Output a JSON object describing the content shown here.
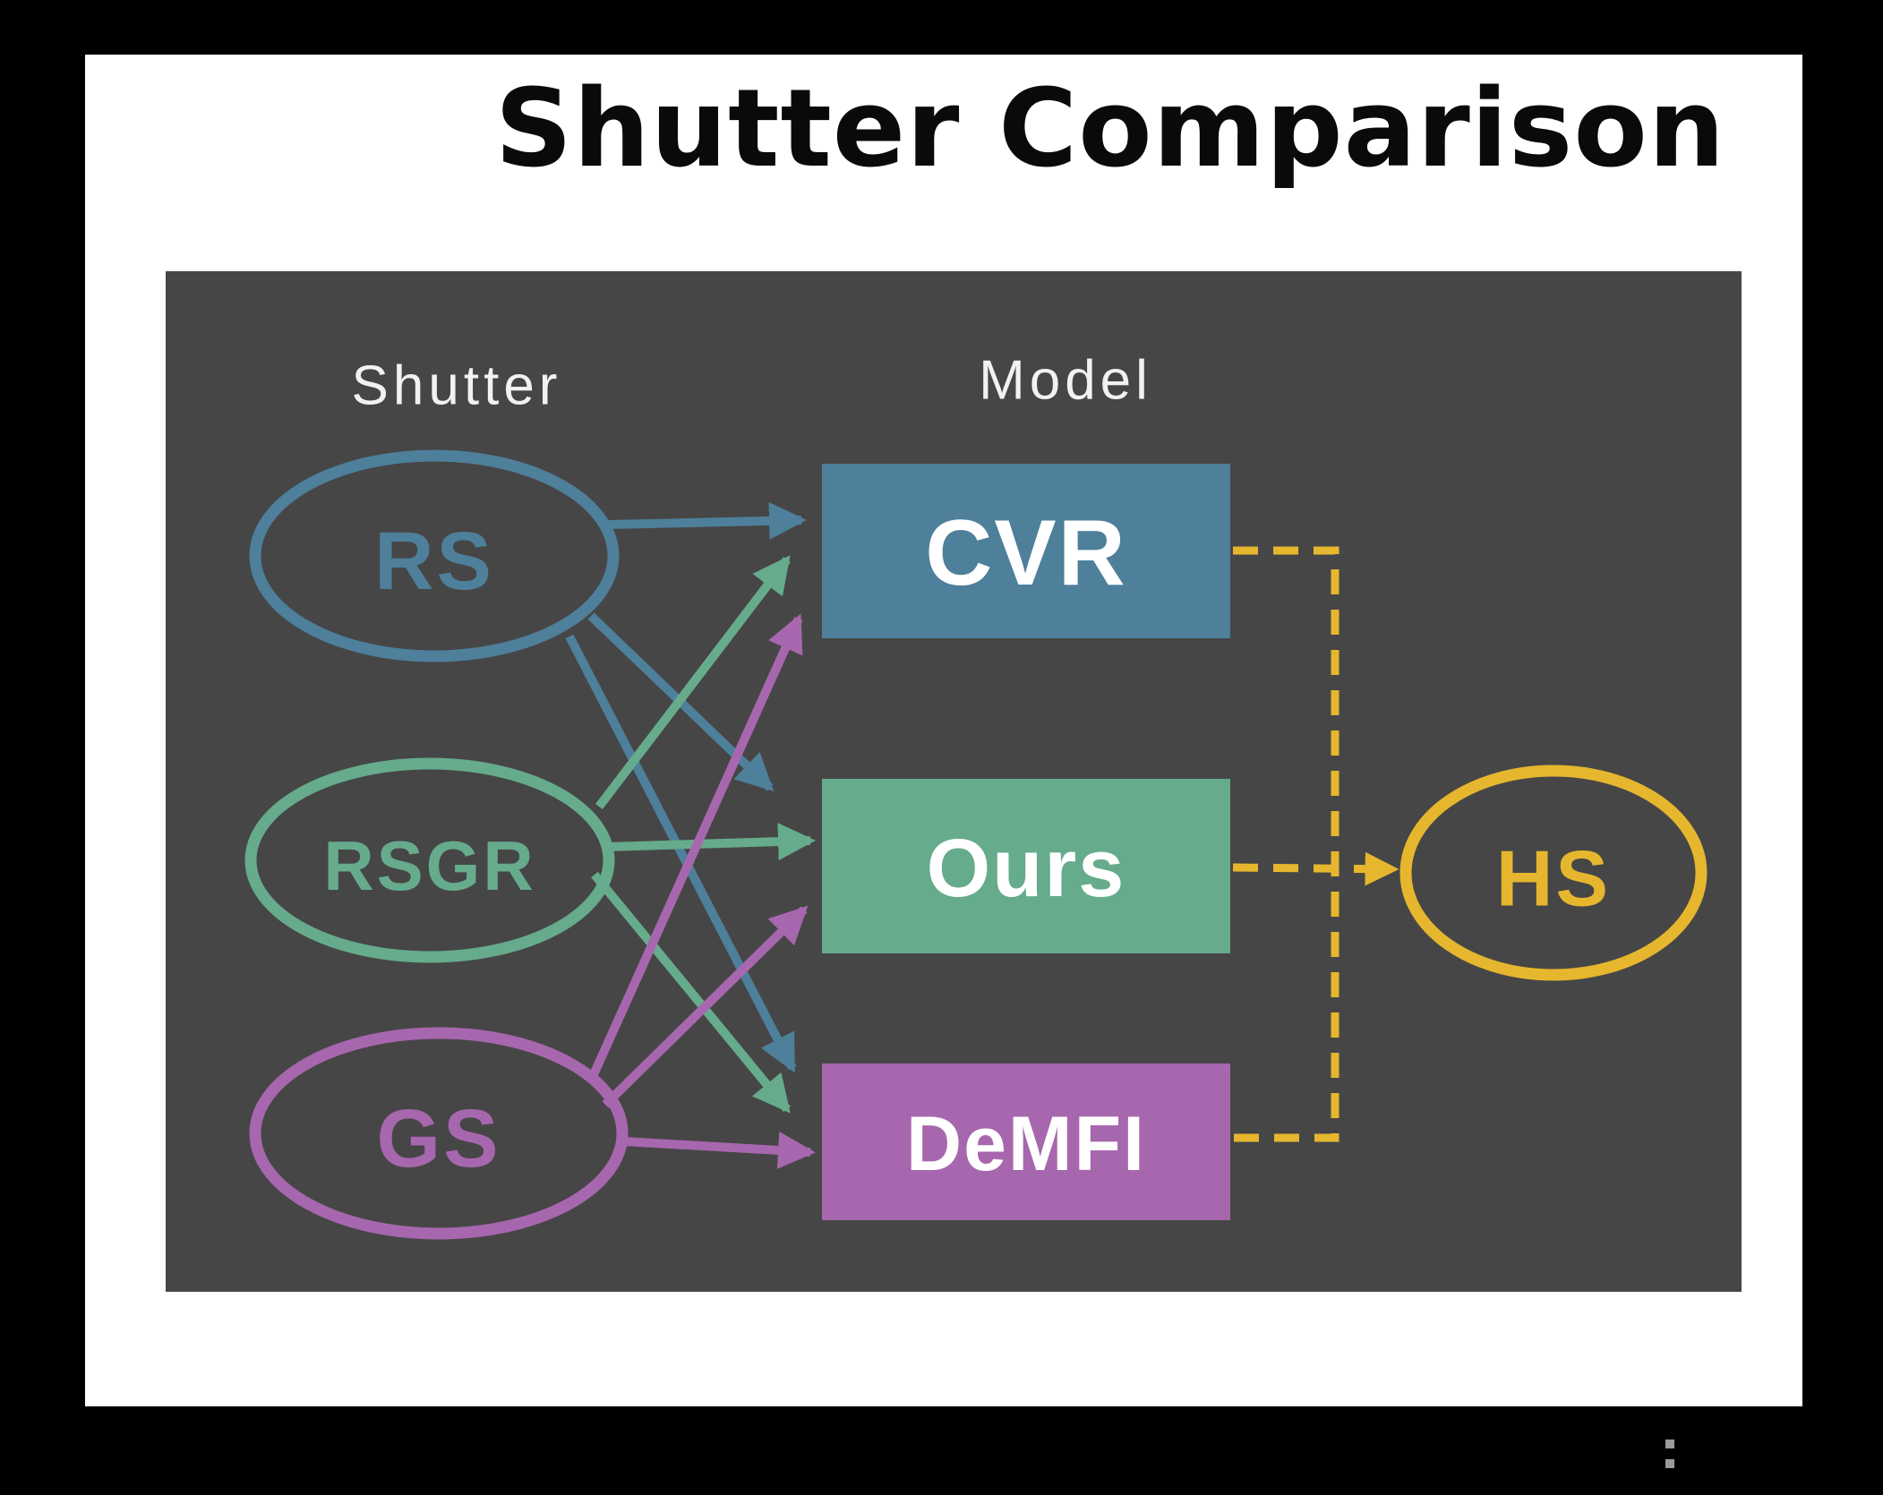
{
  "title": "Shutter Comparison",
  "colors": {
    "background": "#000000",
    "card": "#FFFFFF",
    "panel": "#464646",
    "rs": "#4E7F9B",
    "rsgr": "#66AB8C",
    "gs": "#A767AE",
    "hs": "#E6B72E",
    "box_text": "#FFFFFF",
    "header_text": "#F2F2F2"
  },
  "diagram": {
    "column_headers": {
      "left": "Shutter",
      "right": "Model"
    },
    "shutters": [
      {
        "id": "rs",
        "label": "RS",
        "color": "#4E7F9B"
      },
      {
        "id": "rsgr",
        "label": "RSGR",
        "color": "#66AB8C"
      },
      {
        "id": "gs",
        "label": "GS",
        "color": "#A767AE"
      }
    ],
    "models": [
      {
        "id": "cvr",
        "label": "CVR",
        "color": "#4E7F9B"
      },
      {
        "id": "ours",
        "label": "Ours",
        "color": "#66AB8C"
      },
      {
        "id": "demfi",
        "label": "DeMFI",
        "color": "#A767AE"
      }
    ],
    "target": {
      "id": "hs",
      "label": "HS",
      "color": "#E6B72E"
    },
    "edges": [
      {
        "from": "RS",
        "to": "CVR",
        "style": "solid",
        "color": "#4E7F9B"
      },
      {
        "from": "RS",
        "to": "Ours",
        "style": "solid",
        "color": "#4E7F9B"
      },
      {
        "from": "RS",
        "to": "DeMFI",
        "style": "solid",
        "color": "#4E7F9B"
      },
      {
        "from": "RSGR",
        "to": "CVR",
        "style": "solid",
        "color": "#66AB8C"
      },
      {
        "from": "RSGR",
        "to": "Ours",
        "style": "solid",
        "color": "#66AB8C"
      },
      {
        "from": "RSGR",
        "to": "DeMFI",
        "style": "solid",
        "color": "#66AB8C"
      },
      {
        "from": "GS",
        "to": "CVR",
        "style": "solid",
        "color": "#A767AE"
      },
      {
        "from": "GS",
        "to": "Ours",
        "style": "solid",
        "color": "#A767AE"
      },
      {
        "from": "GS",
        "to": "DeMFI",
        "style": "solid",
        "color": "#A767AE"
      },
      {
        "from": "CVR",
        "to": "HS",
        "style": "dashed",
        "color": "#E6B72E"
      },
      {
        "from": "Ours",
        "to": "HS",
        "style": "dashed",
        "color": "#E6B72E"
      },
      {
        "from": "DeMFI",
        "to": "HS",
        "style": "dashed",
        "color": "#E6B72E"
      }
    ]
  },
  "footer": {
    "icon": "colon-dots"
  }
}
